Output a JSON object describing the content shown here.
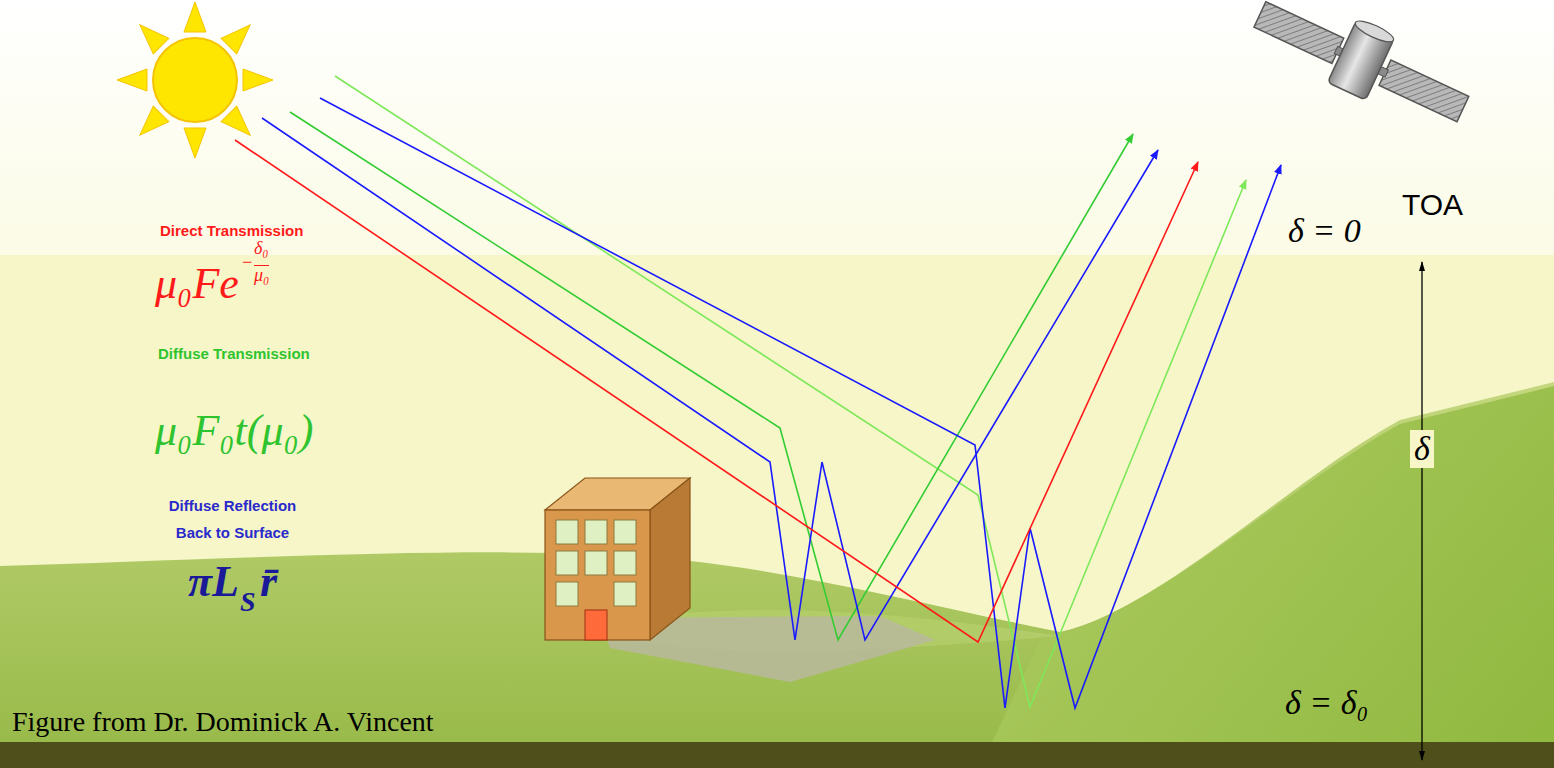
{
  "diagram": {
    "labels": [
      "Direct Transmission",
      "μ₀Fe",
      "−",
      "δ₀",
      "μ₀",
      "Diffuse Transmission",
      "μ₀F₀t(μ₀)",
      "Diffuse Reflection Back to Surface",
      "πL",
      "S",
      "r̄",
      "TOA",
      "δ = 0",
      "δ",
      "δ = δ₀",
      "Figure from Dr. Dominick A. Vincent"
    ]
  }
}
